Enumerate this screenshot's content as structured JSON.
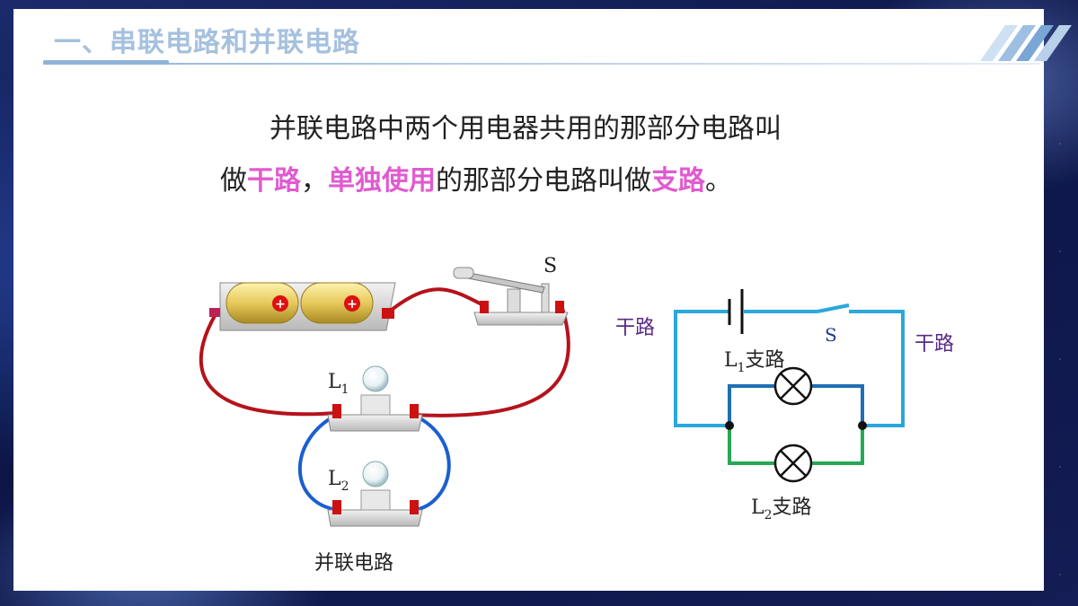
{
  "header": {
    "title": "一、串联电路和并联电路"
  },
  "paragraph": {
    "line1": "并联电路中两个用电器共用的那部分电路叫",
    "seg1": "做",
    "hl1": "干路",
    "seg2": "，",
    "hl2": "单独使用",
    "seg3": "的那部分电路叫做",
    "hl3": "支路",
    "seg4": "。"
  },
  "physical_circuit": {
    "switch_label": "S",
    "lamp1_label": "L",
    "lamp1_sub": "1",
    "lamp2_label": "L",
    "lamp2_sub": "2",
    "caption": "并联电路"
  },
  "schematic": {
    "left_label": "干路",
    "right_label": "干路",
    "switch_label": "S",
    "branch1_label": "L",
    "branch1_sub": "1",
    "branch1_text": "支路",
    "branch2_label": "L",
    "branch2_sub": "2",
    "branch2_text": "支路"
  },
  "colors": {
    "trunk_wire": "#2aa7dc",
    "branch1_wire": "#1f6fb2",
    "branch2_wire": "#27a855",
    "red_wire": "#b5121b",
    "blue_wire": "#1a5fd0",
    "highlight": "#e05bcf",
    "label_purple": "#5a2a86"
  }
}
